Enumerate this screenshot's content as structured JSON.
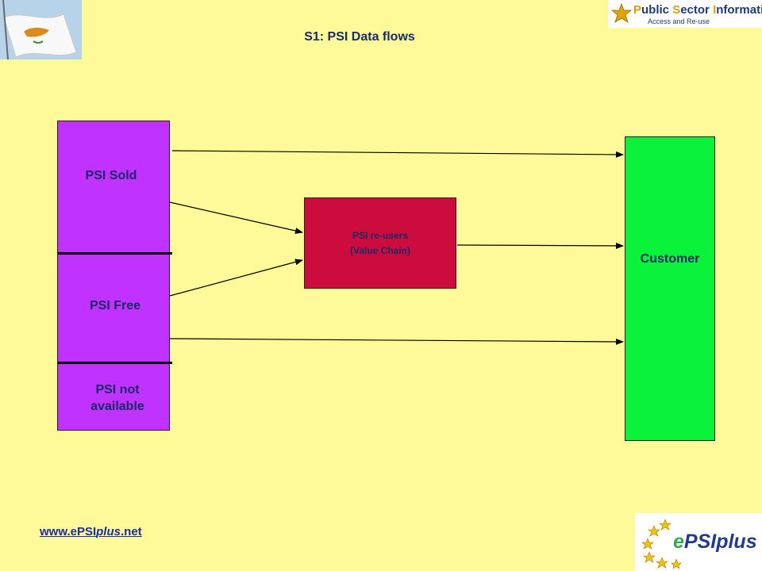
{
  "header": {
    "title": "S1: PSI Data flows",
    "psi_logo": {
      "line1_parts": [
        "P",
        "ublic ",
        "S",
        "ector ",
        "I",
        "nformation"
      ],
      "line2": "Access and Re-use"
    }
  },
  "diagram": {
    "source": {
      "sold": "PSI Sold",
      "free": "PSI Free",
      "not_available_1": "PSI not",
      "not_available_2": "available"
    },
    "reusers": {
      "line1": "PSI re-users",
      "line2": "(Value Chain)"
    },
    "customer": "Customer"
  },
  "footer": {
    "url": "www.ePSIplus.net",
    "epsi_logo": "ePSIplus"
  },
  "colors": {
    "background": "#fffa99",
    "source": "#c032ff",
    "reusers": "#cc0c3c",
    "customer": "#0af33a",
    "text": "#1a2a6c"
  }
}
